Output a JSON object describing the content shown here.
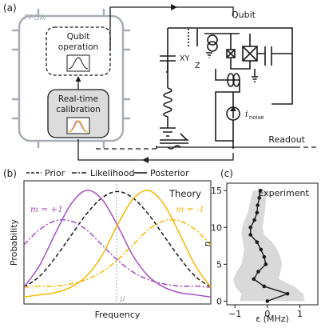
{
  "panel_a": {
    "label": "(a)",
    "fpga_label": "FPGA",
    "qubit_op_line1": "Qubit",
    "qubit_op_line2": "operation",
    "calib_line1": "Real-time",
    "calib_line2": "calibration",
    "qubit_label": "Qubit",
    "xy_label": "XY",
    "z_label": "Z",
    "noise_label": "i",
    "noise_sub": "noise",
    "readout_label": "Readout"
  },
  "panel_b": {
    "label": "(b)",
    "legend": [
      "Prior",
      "Likelihood",
      "Posterior"
    ],
    "theory_label": "Theory",
    "m_plus": "m = +1",
    "m_minus": "m = -1",
    "mu_label": "μ",
    "ylabel": "Probability",
    "xlabel": "Frequency"
  },
  "panel_c": {
    "label": "(c)",
    "title": "Experiment",
    "ylabel": "n",
    "xlabel": "ε (MHz)"
  },
  "colors": {
    "purple": "#a64fc2",
    "yellow": "#f5b800",
    "black": "#1a1a1a",
    "fpga_gray": "#a8adb3",
    "band": "#d9d9d9"
  },
  "chart_data": [
    {
      "type": "line",
      "panel": "(b)",
      "xlabel": "Frequency",
      "ylabel": "Probability",
      "x": [
        -3.0,
        -2.5,
        -2.0,
        -1.5,
        -1.0,
        -0.5,
        0.0,
        0.5,
        1.0,
        1.5,
        2.0,
        2.5,
        3.0
      ],
      "series": [
        {
          "name": "Prior",
          "style": "dashed",
          "color": "#1a1a1a",
          "values": [
            0.11,
            0.21,
            0.38,
            0.58,
            0.78,
            0.93,
            0.99,
            0.93,
            0.78,
            0.58,
            0.38,
            0.21,
            0.11
          ]
        },
        {
          "name": "Likelihood",
          "label": "m = +1",
          "style": "dashdot",
          "color": "#a64fc2",
          "values": [
            0.5,
            0.64,
            0.72,
            0.72,
            0.64,
            0.5,
            0.36,
            0.25,
            0.18,
            0.14,
            0.12,
            0.12,
            0.11
          ]
        },
        {
          "name": "Likelihood",
          "label": "m = -1",
          "style": "dashdot",
          "color": "#f5b800",
          "values": [
            0.11,
            0.12,
            0.12,
            0.14,
            0.18,
            0.25,
            0.36,
            0.5,
            0.64,
            0.72,
            0.72,
            0.64,
            0.5
          ]
        },
        {
          "name": "Posterior",
          "label": "m = +1",
          "style": "solid",
          "color": "#a64fc2",
          "values": [
            0.11,
            0.31,
            0.6,
            0.87,
            1.0,
            0.92,
            0.68,
            0.4,
            0.21,
            0.11,
            0.06,
            0.04,
            0.02
          ]
        },
        {
          "name": "Posterior",
          "label": "m = -1",
          "style": "solid",
          "color": "#f5b800",
          "values": [
            0.02,
            0.04,
            0.06,
            0.11,
            0.21,
            0.4,
            0.68,
            0.92,
            1.0,
            0.87,
            0.6,
            0.31,
            0.11
          ]
        }
      ]
    },
    {
      "type": "line",
      "panel": "(c)",
      "title": "Experiment",
      "xlabel": "ε (MHz)",
      "ylabel": "n",
      "xlim": [
        -1.25,
        1.55
      ],
      "ylim": [
        -0.5,
        16
      ],
      "xticks": [
        -1,
        0,
        1
      ],
      "yticks": [
        0,
        5,
        10,
        15
      ],
      "n": [
        0,
        1,
        2,
        3,
        4,
        5,
        6,
        7,
        8,
        9,
        10,
        11,
        12,
        13,
        14,
        15
      ],
      "epsilon": [
        0.0,
        0.62,
        -0.1,
        -0.42,
        -0.28,
        -0.05,
        -0.1,
        -0.2,
        -0.32,
        -0.52,
        -0.52,
        -0.4,
        -0.32,
        -0.3,
        -0.25,
        -0.22
      ],
      "band_low": [
        -0.85,
        -0.8,
        -1.0,
        -1.05,
        -0.95,
        -0.8,
        -0.75,
        -0.72,
        -0.75,
        -0.8,
        -0.78,
        -0.7,
        -0.6,
        -0.55,
        -0.5,
        -0.45
      ],
      "band_high": [
        1.15,
        1.1,
        0.82,
        0.35,
        0.4,
        0.45,
        0.4,
        0.3,
        0.15,
        -0.1,
        -0.15,
        -0.12,
        -0.08,
        -0.06,
        -0.04,
        -0.02
      ]
    }
  ]
}
